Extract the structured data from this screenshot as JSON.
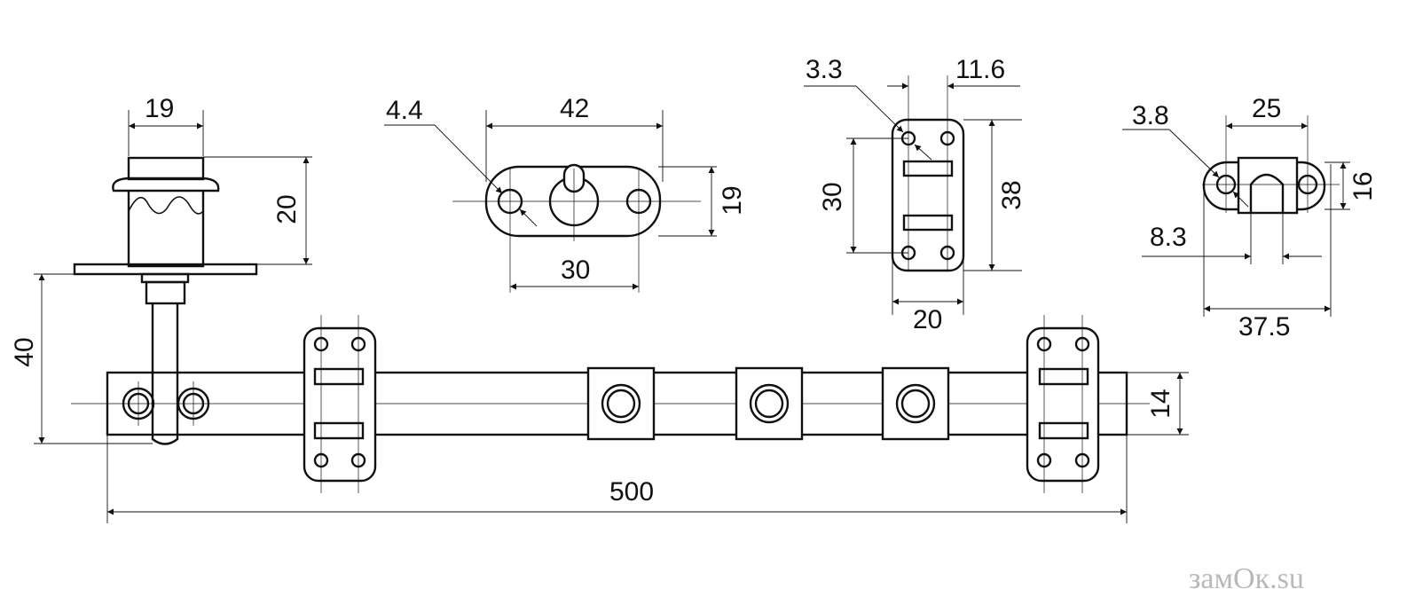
{
  "dimensions": {
    "knob_width": "19",
    "knob_height": "20",
    "rod_offset": "40",
    "hole_dia_1": "4.4",
    "plate_length": "42",
    "plate_height": "19",
    "plate_hole_spacing": "30",
    "hole_dia_2": "3.3",
    "guide_hole_spacing": "11.6",
    "guide_hole_vertical": "30",
    "guide_height": "38",
    "guide_width": "20",
    "hole_dia_3": "3.8",
    "bracket_inner": "25",
    "bracket_height": "16",
    "bracket_slot": "8.3",
    "bracket_length": "37.5",
    "bar_height": "14",
    "bar_length": "500"
  },
  "watermark": "замОк.su"
}
